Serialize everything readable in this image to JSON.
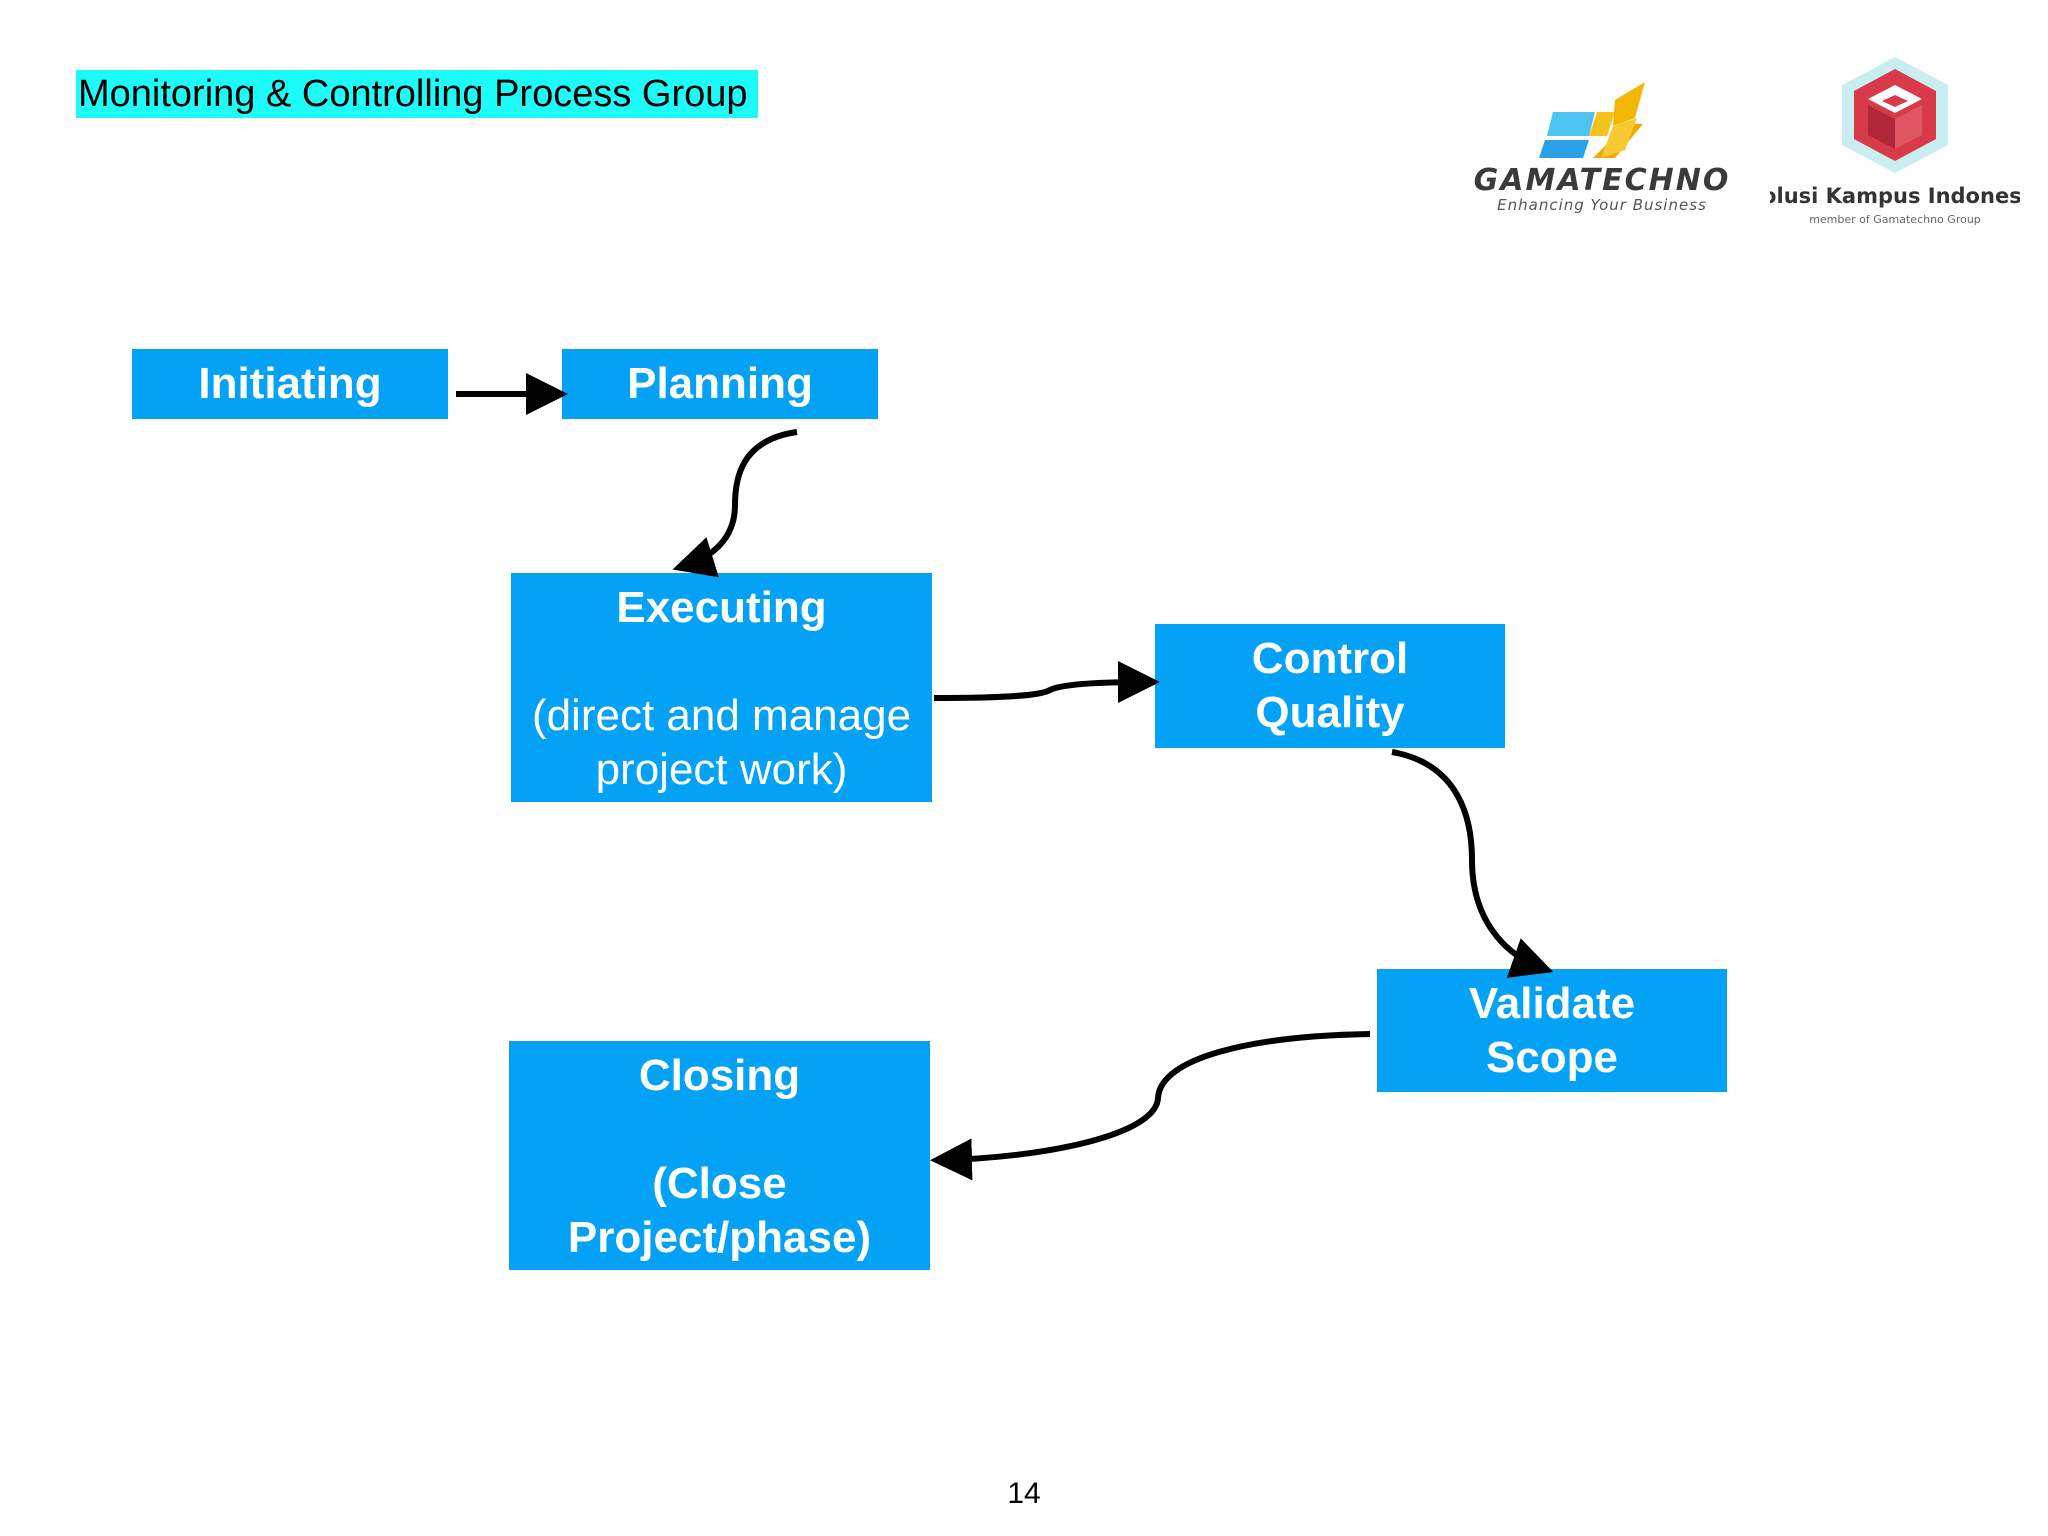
{
  "slide": {
    "title": "Monitoring & Controlling Process Group",
    "page_number": "14"
  },
  "logos": {
    "gamatechno": {
      "name": "GAMATECHNO",
      "tagline": "Enhancing Your Business"
    },
    "ski": {
      "name": "Solusi Kampus Indonesia",
      "tagline": "member of Gamatechno Group"
    }
  },
  "nodes": {
    "initiating": {
      "label": "Initiating"
    },
    "planning": {
      "label": "Planning"
    },
    "executing": {
      "label": "Executing",
      "detail_line1": "(direct and manage",
      "detail_line2": "project work)"
    },
    "control_quality": {
      "line1": "Control",
      "line2": "Quality"
    },
    "validate_scope": {
      "line1": "Validate",
      "line2": "Scope"
    },
    "closing": {
      "label": "Closing",
      "detail_line1": "(Close",
      "detail_line2": "Project/phase)"
    }
  },
  "colors": {
    "box_fill": "#03a2f7",
    "box_text": "#ffffff",
    "title_highlight": "#1dfcf8",
    "arrow": "#000000"
  }
}
